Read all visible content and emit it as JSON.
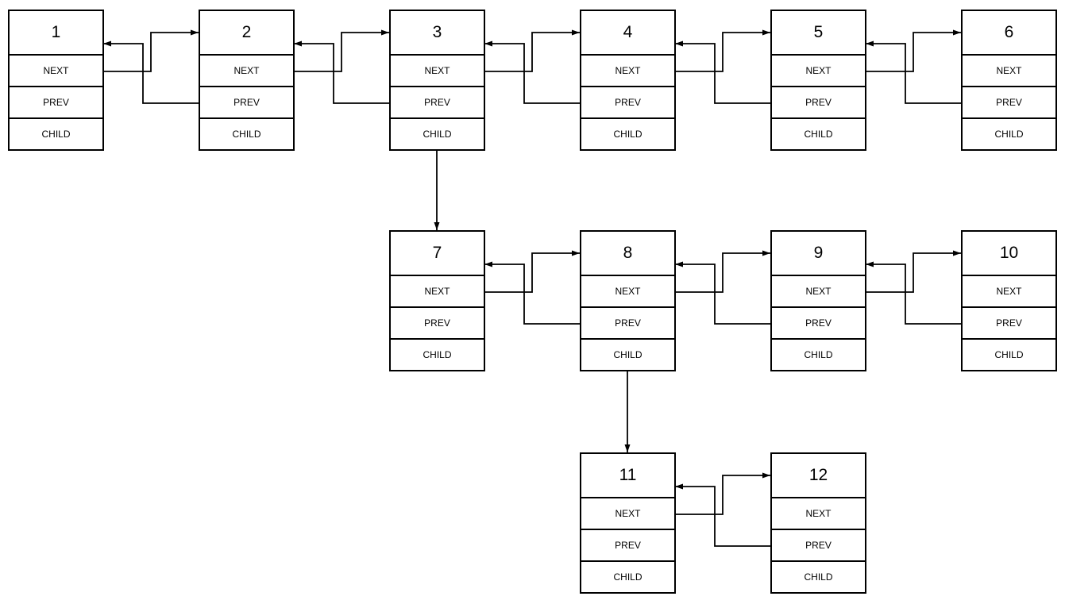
{
  "field_labels": [
    "NEXT",
    "PREV",
    "CHILD"
  ],
  "nodes": [
    {
      "label": "1"
    },
    {
      "label": "2"
    },
    {
      "label": "3"
    },
    {
      "label": "4"
    },
    {
      "label": "5"
    },
    {
      "label": "6"
    },
    {
      "label": "7"
    },
    {
      "label": "8"
    },
    {
      "label": "9"
    },
    {
      "label": "10"
    },
    {
      "label": "11"
    },
    {
      "label": "12"
    }
  ],
  "connections": {
    "next": [
      [
        "1",
        "2"
      ],
      [
        "2",
        "3"
      ],
      [
        "3",
        "4"
      ],
      [
        "4",
        "5"
      ],
      [
        "5",
        "6"
      ],
      [
        "7",
        "8"
      ],
      [
        "8",
        "9"
      ],
      [
        "9",
        "10"
      ],
      [
        "11",
        "12"
      ]
    ],
    "prev": [
      [
        "2",
        "1"
      ],
      [
        "3",
        "2"
      ],
      [
        "4",
        "3"
      ],
      [
        "5",
        "4"
      ],
      [
        "6",
        "5"
      ],
      [
        "8",
        "7"
      ],
      [
        "9",
        "8"
      ],
      [
        "10",
        "9"
      ],
      [
        "12",
        "11"
      ]
    ],
    "child": [
      [
        "3",
        "7"
      ],
      [
        "8",
        "11"
      ]
    ]
  },
  "levels": [
    {
      "nodes": [
        "1",
        "2",
        "3",
        "4",
        "5",
        "6"
      ]
    },
    {
      "nodes": [
        "7",
        "8",
        "9",
        "10"
      ]
    },
    {
      "nodes": [
        "11",
        "12"
      ]
    }
  ],
  "colors": {
    "stroke": "#000000",
    "background": "#ffffff",
    "text": "#000000"
  }
}
